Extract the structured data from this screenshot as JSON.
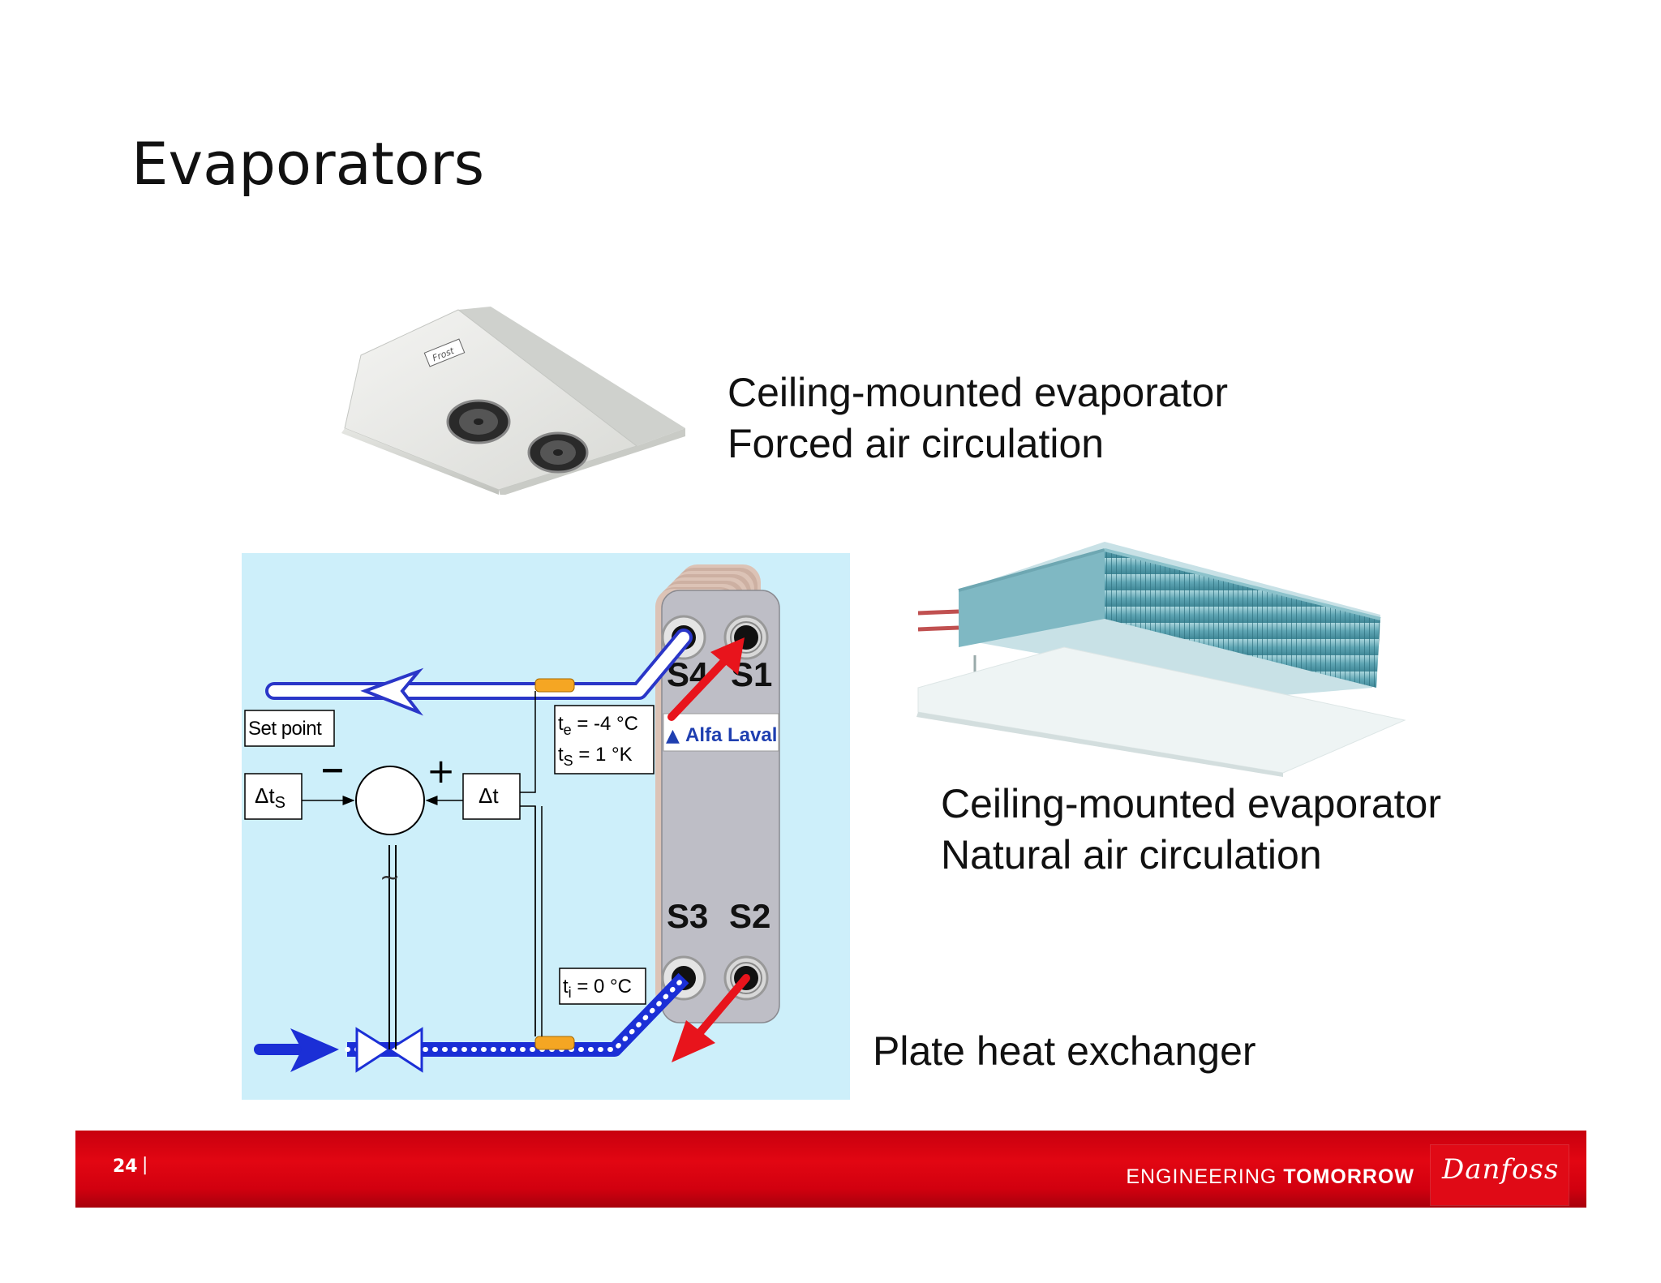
{
  "slide": {
    "title": "Evaporators",
    "page_number": "24",
    "page_separator": "|"
  },
  "captions": {
    "forced": {
      "line1": "Ceiling-mounted evaporator",
      "line2": "Forced air circulation"
    },
    "natural": {
      "line1": "Ceiling-mounted evaporator",
      "line2": "Natural air circulation"
    },
    "plate": {
      "line1": "Plate heat exchanger"
    }
  },
  "photo_labels": {
    "forced_brand": "Frost"
  },
  "diagram": {
    "set_point": "Set point",
    "delta_ts": "Δt",
    "delta_ts_sub": "S",
    "delta_t": "Δt",
    "minus": "−",
    "plus": "+",
    "tilde": "~",
    "te_label": "t",
    "te_sub": "e",
    "te_value": " = -4 °C",
    "ts_label": "t",
    "ts_sub": "S",
    "ts_value": " =  1 °K",
    "ti_label": "t",
    "ti_sub": "i",
    "ti_value": " = 0 °C",
    "s1": "S1",
    "s2": "S2",
    "s3": "S3",
    "s4": "S4",
    "alfa_laval": "Alfa Laval"
  },
  "footer": {
    "tagline_light": "ENGINEERING ",
    "tagline_bold": "TOMORROW",
    "logo": "Danfoss"
  },
  "colors": {
    "footer_red": "#e20612",
    "diagram_bg": "#cdeffa",
    "arrow_red": "#e8141c",
    "flow_blue": "#1b2fd6"
  }
}
